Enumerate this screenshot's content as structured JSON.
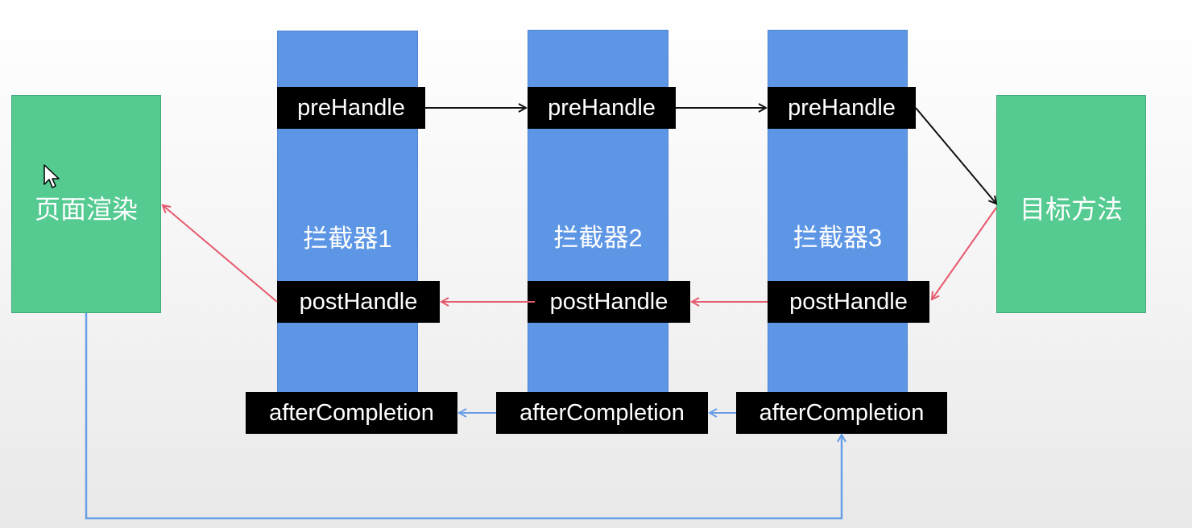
{
  "render_box": {
    "label": "页面渲染"
  },
  "target_box": {
    "label": "目标方法"
  },
  "interceptors": [
    {
      "name": "拦截器1",
      "pre": "preHandle",
      "post": "postHandle",
      "after": "afterCompletion"
    },
    {
      "name": "拦截器2",
      "pre": "preHandle",
      "post": "postHandle",
      "after": "afterCompletion"
    },
    {
      "name": "拦截器3",
      "pre": "preHandle",
      "post": "postHandle",
      "after": "afterCompletion"
    }
  ],
  "colors": {
    "green": "#55cb92",
    "blue_column": "#5e96e6",
    "pre_arrow": "#111111",
    "post_arrow": "#e65a6e",
    "after_arrow": "#6a9fe6",
    "tag_bg": "#000000"
  }
}
